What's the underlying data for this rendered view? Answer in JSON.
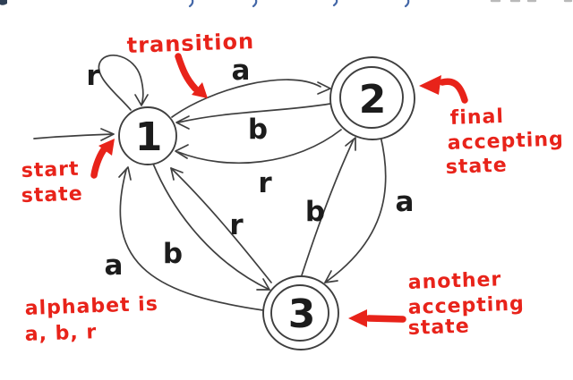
{
  "diagram": {
    "type": "finite-state-automaton",
    "states": [
      {
        "label": "1",
        "role": "start state"
      },
      {
        "label": "2",
        "role": "final accepting state"
      },
      {
        "label": "3",
        "role": "another accepting state"
      }
    ],
    "edges": [
      {
        "from": "1",
        "to": "1",
        "label": "r"
      },
      {
        "from": "1",
        "to": "2",
        "label": "a"
      },
      {
        "from": "2",
        "to": "1",
        "label": "b"
      },
      {
        "from": "2",
        "to": "1",
        "label": "r"
      },
      {
        "from": "3",
        "to": "1",
        "label": "r"
      },
      {
        "from": "1",
        "to": "3",
        "label": "b"
      },
      {
        "from": "3",
        "to": "1",
        "label": "a"
      },
      {
        "from": "3",
        "to": "2",
        "label": "b"
      },
      {
        "from": "2",
        "to": "3",
        "label": "a"
      }
    ]
  },
  "annotations": {
    "transition": {
      "text": "transition"
    },
    "start_state": {
      "lines": [
        "start",
        "state"
      ]
    },
    "final_accepting_state": {
      "lines": [
        "final",
        "accepting",
        "state"
      ]
    },
    "another_accepting_state": {
      "lines": [
        "another",
        "accepting",
        "state"
      ]
    },
    "alphabet": {
      "lines": [
        "alphabet is",
        "a, b, r"
      ]
    }
  },
  "colors": {
    "annotation_red": "#e8231a",
    "edge_stroke": "#3f3f3f",
    "label_black": "#1c1c1c"
  }
}
